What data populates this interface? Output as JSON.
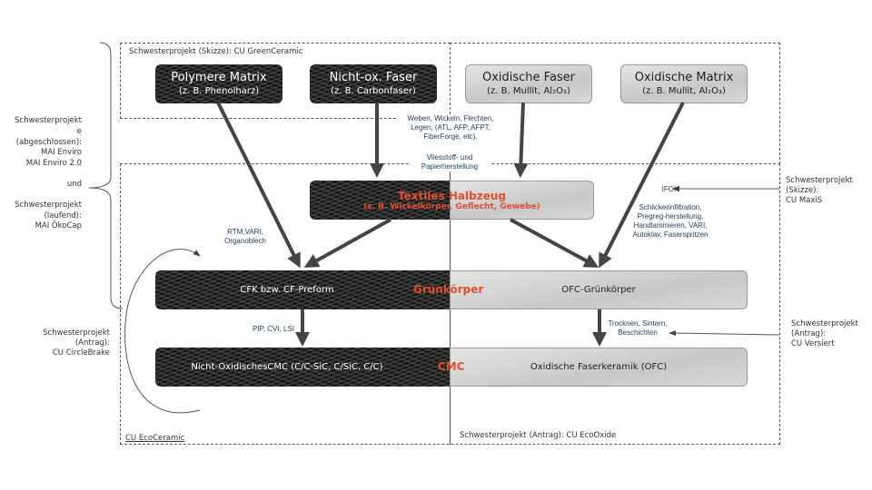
{
  "colors": {
    "accent": "#e0502c",
    "process_text": "#1f3a5a",
    "arrow": "#444444"
  },
  "regions": {
    "green_ceramic": "Schwesterprojekt (Skizze): CU GreenCeramic",
    "eco_ceramic": "CU EcoCeramic",
    "eco_oxide": "Schwesterprojekt (Antrag): CU EcoOxide"
  },
  "inputs": [
    {
      "title": "Polymere Matrix",
      "sub": "(z. B. Phenolharz)"
    },
    {
      "title": "Nicht-ox. Faser",
      "sub": "(z. B. Carbonfaser)"
    },
    {
      "title": "Oxidische Faser",
      "sub": "(z. B. Mullit, Al₂O₃)"
    },
    {
      "title": "Oxidische Matrix",
      "sub": "(z. B. Mullit, Al₂O₃)"
    }
  ],
  "halbzeug": {
    "title": "Textiles Halbzeug",
    "sub": "(z. B. Wickelkörper, Geflecht, Gewebe)"
  },
  "gruenkoerper": {
    "left": "CFK bzw. CF-Preform",
    "center": "Grünkörper",
    "right": "OFC-Grünkörper"
  },
  "cmc": {
    "left": "Nicht-OxidischesCMC (C/C-SiC, C/SiC, C/C)",
    "center": "CMC",
    "right": "Oxidische Faserkeramik (OFC)"
  },
  "processes": {
    "textile": "Weben, Wickeln, Flechten, Legen,  (ATL, AFP, AFPT, FiberForge, etc).",
    "vlies": "Vliesstoff- und Papierherstellung",
    "rtm": "RTM,VARI, Organoblech",
    "pip": "PIP, CVI, LSI",
    "ifox": "IFOX",
    "schlicker": "Schlickerinfiltration, Pregreg-herstellung, Handlaminieren, VARI, Autoklav, Faserspritzen",
    "trocknen": "Trocknen, Sintern, Beschichten"
  },
  "side_notes": {
    "left_top": [
      "Schwesterprojekt",
      "e",
      "(abgeschlossen):",
      "MAI Enviro",
      "MAI Enviro 2.0",
      "",
      "und",
      "",
      "Schwesterprojekt",
      "(laufend):",
      "MAI ÖkoCap"
    ],
    "left_bottom": [
      "Schwesterprojekt",
      "(Antrag):",
      "CU CircleBrake"
    ],
    "right_top": [
      "Schwesterprojekt",
      "(Skizze):",
      "CU MaxiS"
    ],
    "right_bottom": [
      "Schwesterprojekt",
      "(Antrag):",
      "CU Versiert"
    ]
  }
}
